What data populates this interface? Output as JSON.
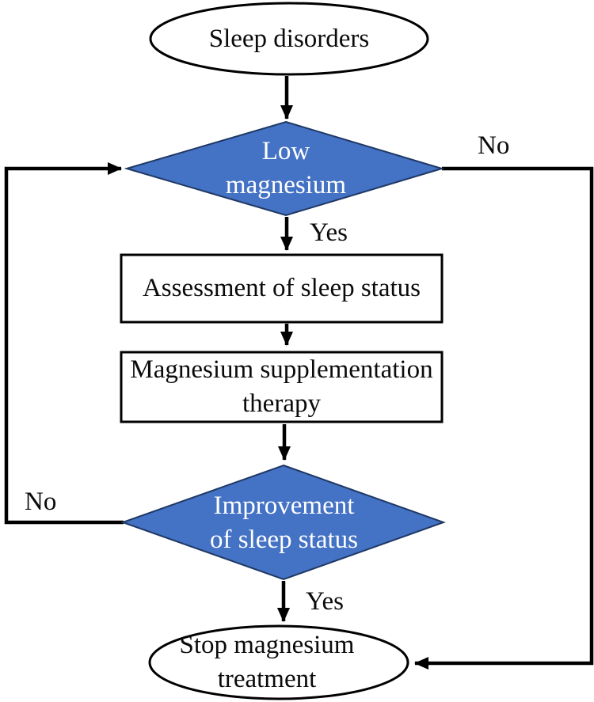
{
  "flowchart": {
    "nodes": {
      "start": {
        "label": "Sleep disorders"
      },
      "decision_low_magnesium": {
        "label": "Low\nmagnesium"
      },
      "process_assessment": {
        "label": "Assessment of sleep status"
      },
      "process_therapy": {
        "label": "Magnesium supplementation\ntherapy"
      },
      "decision_improvement": {
        "label": "Improvement\nof sleep status"
      },
      "end": {
        "label": "Stop magnesium\ntreatment"
      }
    },
    "edges": {
      "low_magnesium_yes": "Yes",
      "low_magnesium_no": "No",
      "improvement_yes": "Yes",
      "improvement_no": "No"
    },
    "colors": {
      "decision_fill": "#4472C4",
      "decision_border": "#1F3864",
      "connector": "#000000",
      "shape_border": "#000000",
      "shape_fill": "#FFFFFF",
      "decision_text": "#FFFFFF",
      "text": "#000000"
    }
  }
}
